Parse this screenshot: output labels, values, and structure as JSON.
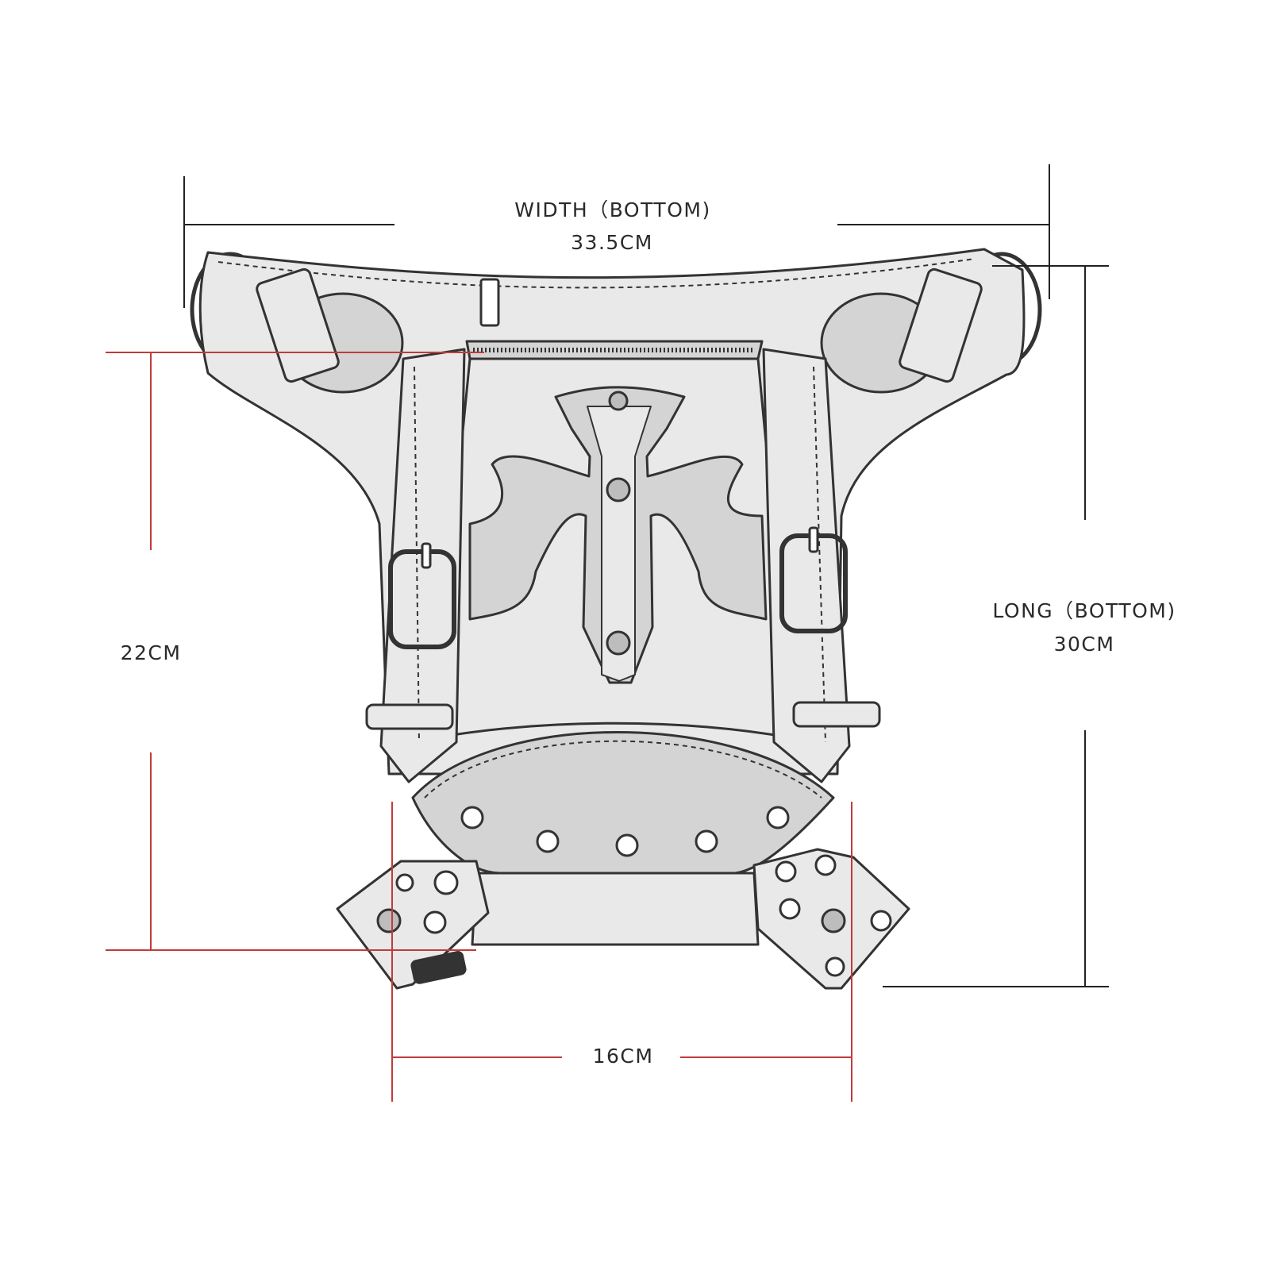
{
  "diagram": {
    "subject": "leg bag line drawing",
    "width_label": "WIDTH（BOTTOM)",
    "width_value": "33.5CM",
    "long_label": "LONG（BOTTOM)",
    "long_value": "30CM",
    "height_value": "22CM",
    "bottom_value": "16CM"
  },
  "colors": {
    "dimension_black": "#222222",
    "dimension_red": "#c23b3b",
    "ink": "#333333",
    "fill_light": "#e9e9e9",
    "fill_mid": "#d4d4d4",
    "rivet": "#bdbdbd"
  }
}
